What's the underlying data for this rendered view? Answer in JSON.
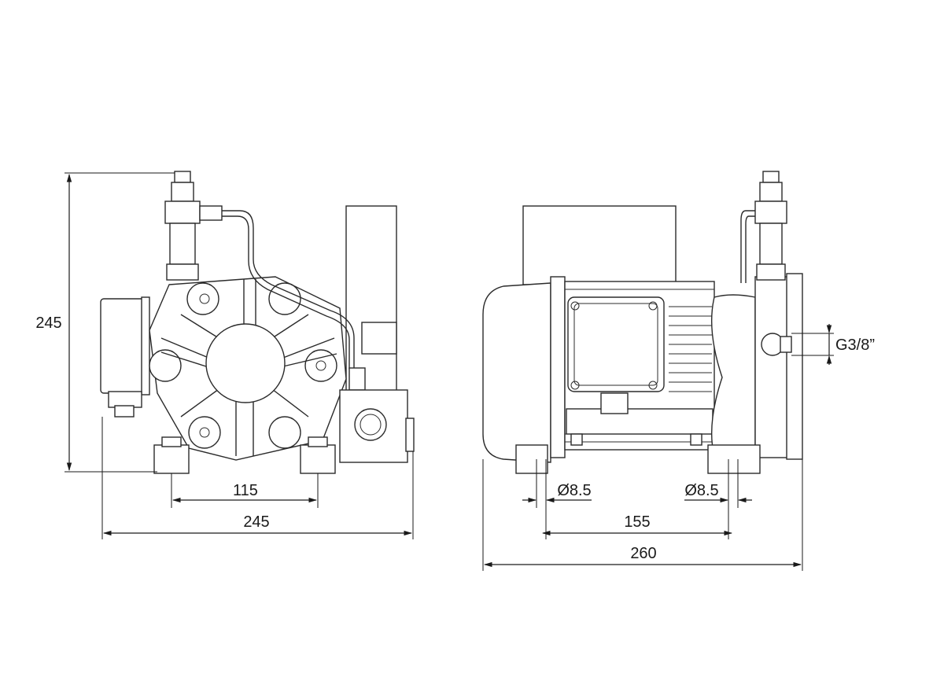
{
  "front_view": {
    "height_label": "245",
    "foot_spacing_label": "115",
    "width_label": "245"
  },
  "side_view": {
    "hole_left_label": "Ø8.5",
    "hole_right_label": "Ø8.5",
    "foot_spacing_label": "155",
    "length_label": "260",
    "port_label": "G3/8”"
  },
  "colors": {
    "line": "#2b2b2b",
    "background": "#ffffff"
  }
}
